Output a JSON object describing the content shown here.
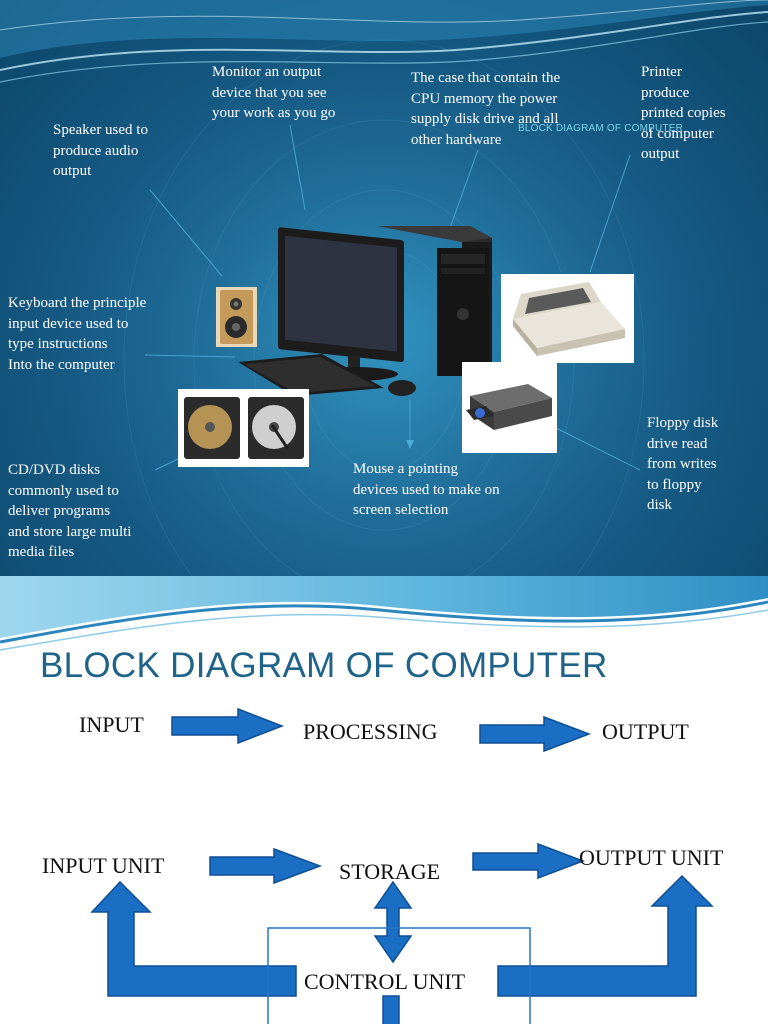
{
  "slide1": {
    "overlay_title": "BLOCK DIAGRAM OF COMPUTER",
    "captions": {
      "monitor": "Monitor an output\ndevice that you see\nyour work as you go",
      "case": "The case that contain the\nCPU memory the power\nsupply disk drive and all\nother hardware",
      "printer": "Printer\nproduce\nprinted copies\nof computer\noutput",
      "speaker": "Speaker used to\nproduce audio\noutput",
      "keyboard": "Keyboard the principle\ninput device used to\ntype instructions\nInto the computer",
      "cddvd": "CD/DVD disks\ncommonly used to\ndeliver programs\nand store large multi\nmedia files",
      "mouse": "Mouse a pointing\ndevices used to make on\nscreen selection",
      "floppy": "Floppy disk\ndrive read\nfrom writes\nto floppy\ndisk"
    }
  },
  "slide2": {
    "title": "BLOCK DIAGRAM OF COMPUTER",
    "row1": {
      "input": "INPUT",
      "processing": "PROCESSING",
      "output": "OUTPUT"
    },
    "row2": {
      "input_unit": "INPUT UNIT",
      "storage": "STORAGE",
      "output_unit": "OUTPUT UNIT",
      "control_unit": "CONTROL UNIT"
    }
  },
  "colors": {
    "slide_bg": "#155a84",
    "arrow_fill": "#1a6fc4",
    "arrow_stroke": "#0e4f94",
    "title_color": "#1f6389"
  }
}
